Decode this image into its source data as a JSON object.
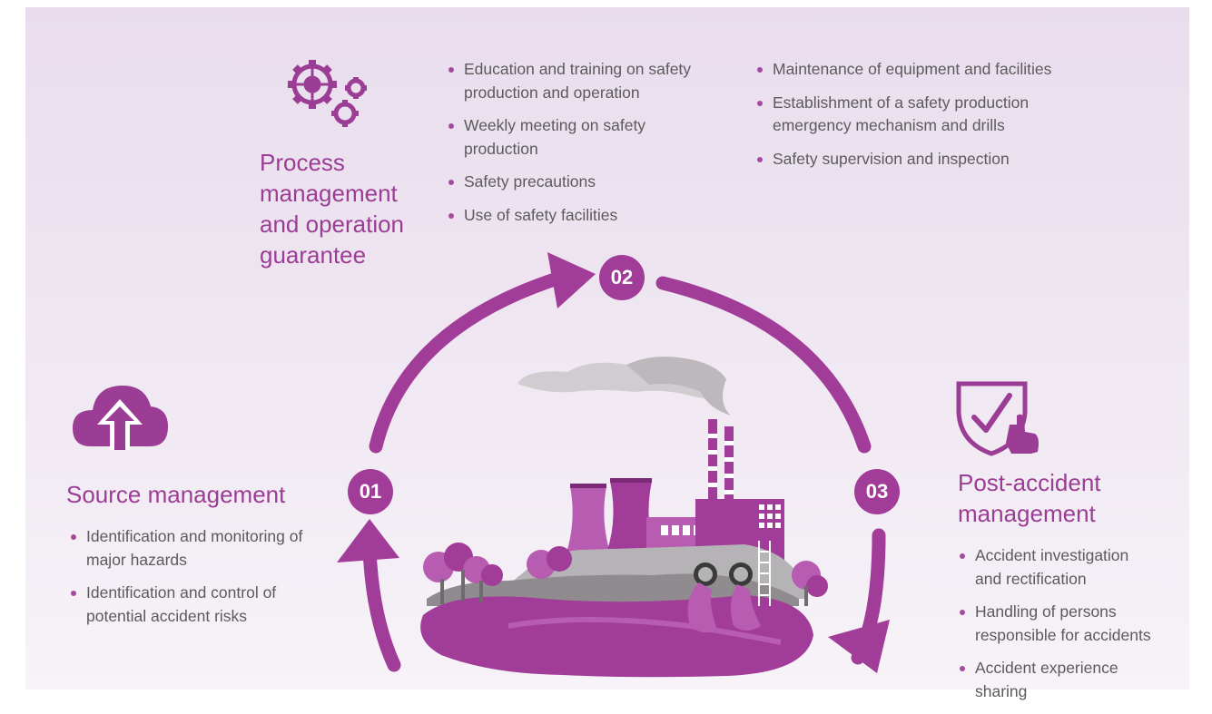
{
  "process": {
    "title_lines": [
      "Process",
      "management",
      "and operation",
      "guarantee"
    ],
    "bullets_col1": [
      "Education and training on safety production and operation",
      "Weekly meeting on safety production",
      "Safety precautions",
      "Use of safety facilities"
    ],
    "bullets_col2": [
      "Maintenance of equipment and facilities",
      "Establishment of a safety production emergency mechanism and drills",
      "Safety supervision and inspection"
    ]
  },
  "source": {
    "title": "Source management",
    "bullets": [
      "Identification and monitoring of major hazards",
      "Identification and control of potential accident risks"
    ]
  },
  "post": {
    "title_lines": [
      "Post-accident",
      "management"
    ],
    "bullets": [
      "Accident investigation and rectification",
      "Handling of persons responsible for accidents",
      "Accident experience sharing"
    ]
  },
  "steps": {
    "s1": "01",
    "s2": "02",
    "s3": "03"
  },
  "icons": [
    "gears-icon",
    "cloud-upload-icon",
    "shield-check-hand-icon"
  ],
  "colors": {
    "accent": "#a13c98",
    "text": "#5b5b5b",
    "background": "#ede3ef"
  }
}
